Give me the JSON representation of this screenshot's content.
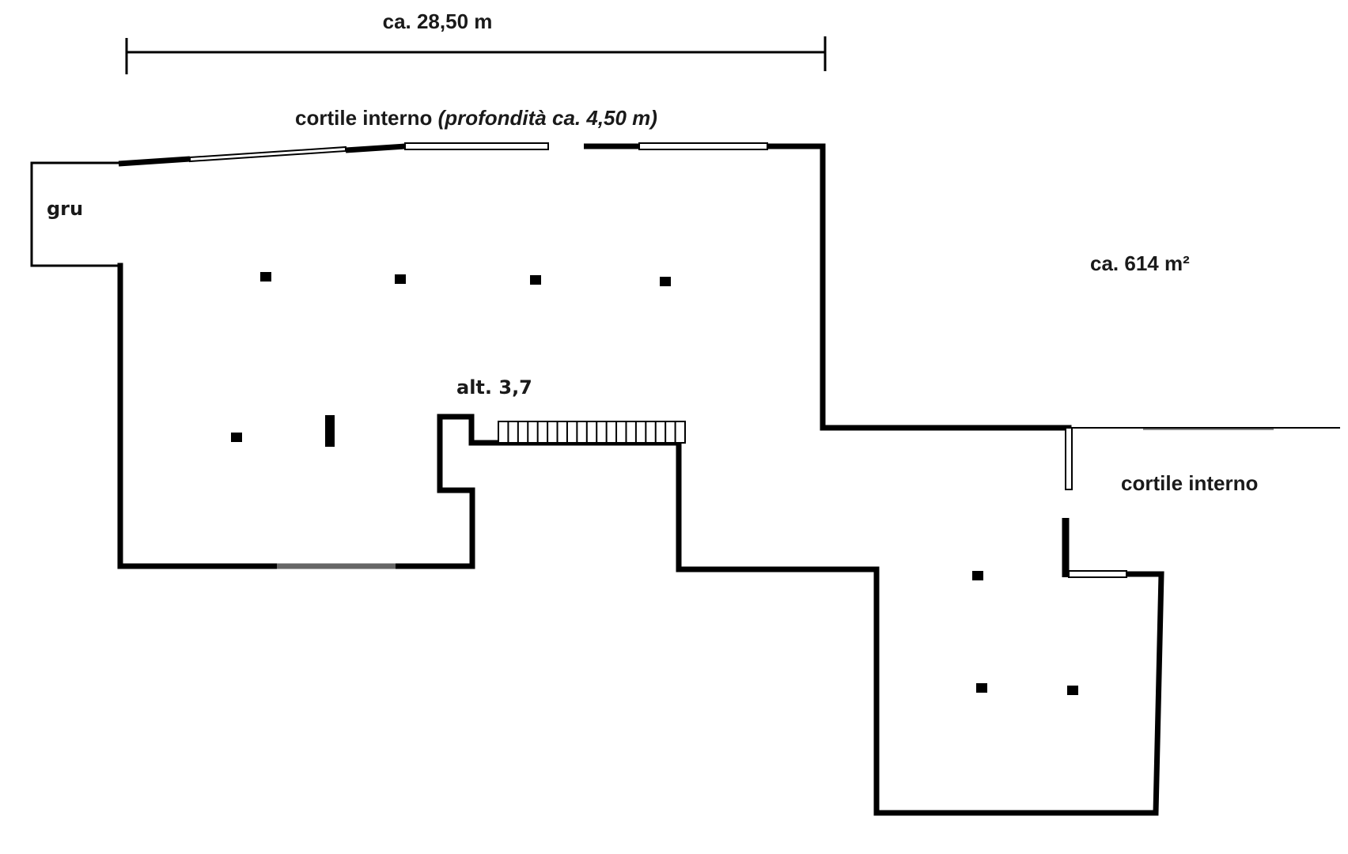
{
  "labels": {
    "width_dimension": "ca. 28,50 m",
    "courtyard_top_prefix": "cortile interno ",
    "courtyard_top_depth": "(profondità ca. 4,50 m)",
    "crane": "gru",
    "area": "ca. 614 m²",
    "height": "alt. 3,7",
    "courtyard_right": "cortile interno"
  },
  "colors": {
    "wall": "#000000",
    "background": "#ffffff",
    "text": "#1a1a1a"
  }
}
